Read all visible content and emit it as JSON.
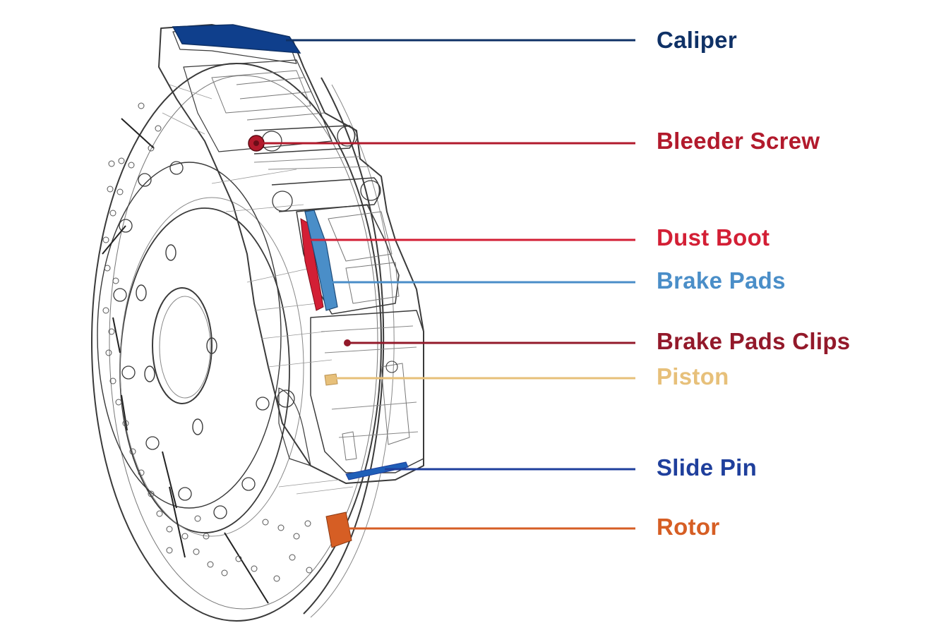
{
  "diagram": {
    "subject": "brake-assembly-wireframe",
    "parts": [
      {
        "id": "caliper",
        "label": "Caliper",
        "color": "#0f3166"
      },
      {
        "id": "bleeder-screw",
        "label": "Bleeder Screw",
        "color": "#b21a2c"
      },
      {
        "id": "dust-boot",
        "label": "Dust Boot",
        "color": "#d31f35"
      },
      {
        "id": "brake-pads",
        "label": "Brake Pads",
        "color": "#4a8ec8"
      },
      {
        "id": "brake-pads-clips",
        "label": "Brake Pads Clips",
        "color": "#93192a"
      },
      {
        "id": "piston",
        "label": "Piston",
        "color": "#e7c07a"
      },
      {
        "id": "slide-pin",
        "label": "Slide Pin",
        "color": "#1f3f9c"
      },
      {
        "id": "rotor",
        "label": "Rotor",
        "color": "#d65e24"
      }
    ]
  }
}
